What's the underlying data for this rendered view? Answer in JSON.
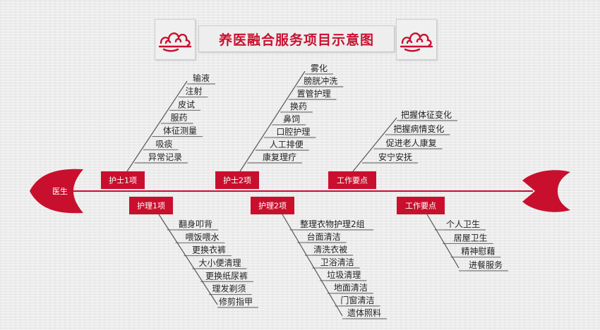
{
  "title": "养医融合服务项目示意图",
  "head_label": "医生",
  "colors": {
    "red": "#c8102e",
    "line": "#555555"
  },
  "categories": [
    {
      "key": "nurse1",
      "label": "护士1项",
      "items": [
        "输液",
        "注射",
        "皮试",
        "服药",
        "体征测量",
        "吸痰",
        "异常记录"
      ]
    },
    {
      "key": "nurse2",
      "label": "护士2项",
      "items": [
        "雾化",
        "膀胱冲洗",
        "置管护理",
        "换药",
        "鼻饲",
        "口腔护理",
        "人工排便",
        "康复理疗"
      ]
    },
    {
      "key": "work_top",
      "label": "工作要点",
      "items": [
        "把握体征变化",
        "把握病情变化",
        "促进老人康复",
        "安宁安抚"
      ]
    },
    {
      "key": "care1",
      "label": "护理1项",
      "items": [
        "翻身叩背",
        "喂饭喂水",
        "更换衣裤",
        "大小便清理",
        "更换纸尿裤",
        "理发剃须",
        "修剪指甲"
      ]
    },
    {
      "key": "care2",
      "label": "护理2项",
      "items": [
        "整理衣物护理2组",
        "台面清洁",
        "清洗衣被",
        "卫浴清洁",
        "垃圾清理",
        "地面清洁",
        "门窗清洁",
        "遗体照料"
      ]
    },
    {
      "key": "work_bottom",
      "label": "工作要点",
      "items": [
        "个人卫生",
        "居屋卫生",
        "精神慰藉",
        "进餐服务"
      ]
    }
  ],
  "icons": {
    "decor_left": "auspicious-cloud-icon",
    "decor_right": "auspicious-cloud-icon"
  }
}
